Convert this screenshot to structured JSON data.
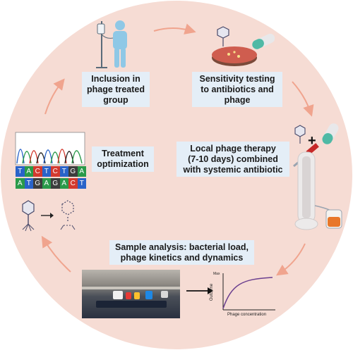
{
  "steps": {
    "inclusion": "Inclusion in\nphage treated\ngroup",
    "sensitivity": "Sensitivity testing\nto antibiotics and\nphage",
    "local_therapy": "Local phage therapy\n(7-10 days) combined\nwith systemic antibiotic",
    "treatment": "Treatment\noptimization",
    "sample_analysis": "Sample analysis: bacterial load,\nphage kinetics and dynamics"
  },
  "sequence": {
    "top_row": [
      "T",
      "A",
      "C",
      "T",
      "C",
      "T",
      "G",
      "A"
    ],
    "bottom_row": [
      "A",
      "T",
      "G",
      "A",
      "G",
      "A",
      "C",
      "T"
    ]
  },
  "mini_chart": {
    "xlabel": "Phage concentration",
    "ylabel": "Outcome",
    "ymax_label": "Max"
  },
  "colors": {
    "circle_fill": "#f6dcd4",
    "arrow": "#f0a48e",
    "box_fill": "#e4eef7",
    "curve": "#6b3f8f"
  },
  "icons": [
    "patient-iv-icon",
    "petri-dish-icon",
    "phage-icon",
    "capsule-icon",
    "syringe-icon",
    "leg-bone-icon",
    "drain-bag-icon",
    "chromatogram-icon",
    "phage-lysis-icon",
    "lab-photo",
    "arrow-icon"
  ]
}
